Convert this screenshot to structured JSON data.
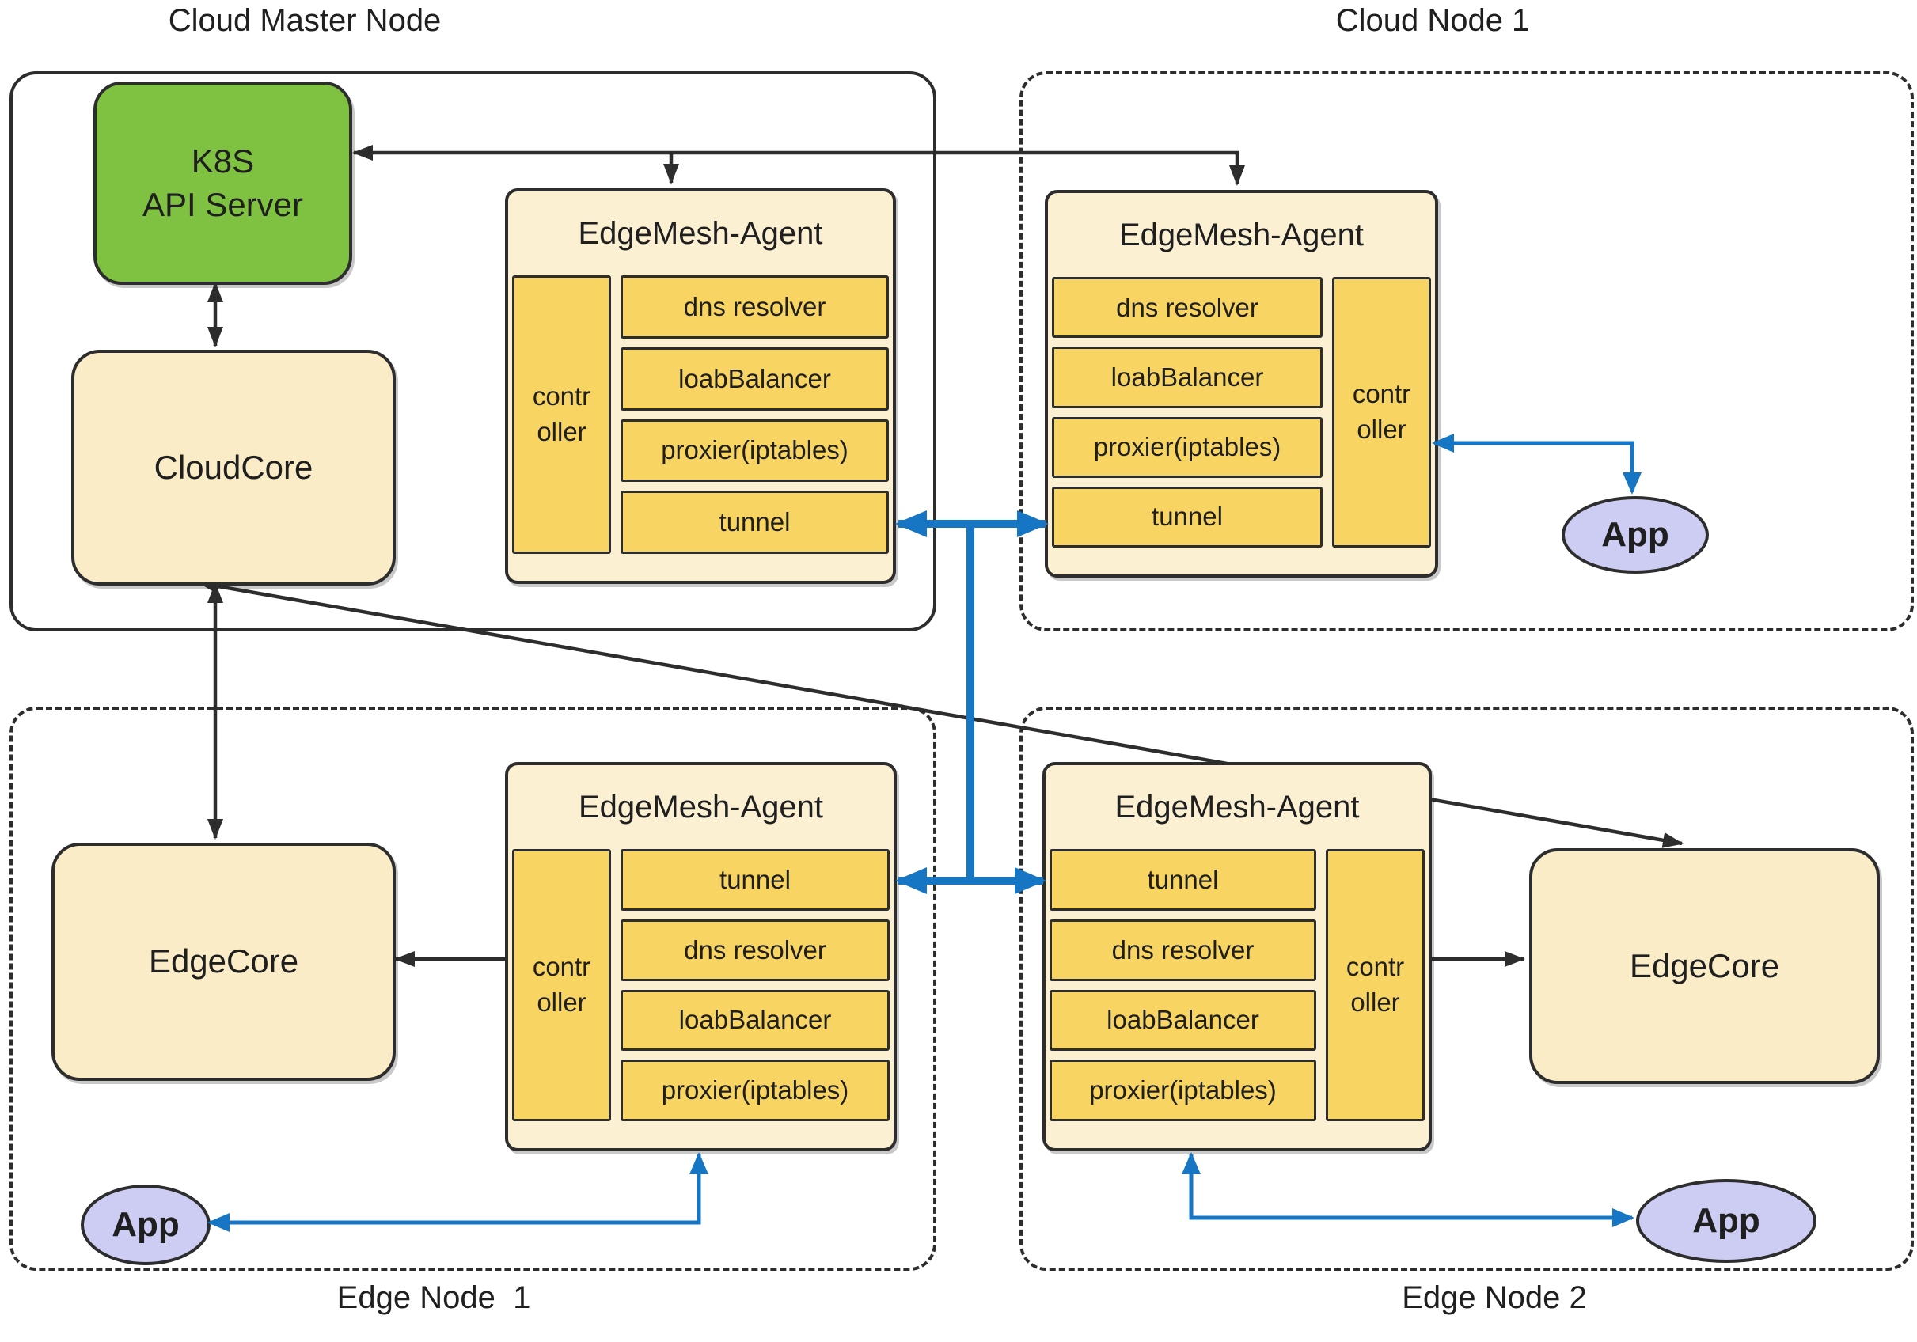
{
  "colors": {
    "node_green": "#7fc241",
    "box_cream": "#f9ecc6",
    "agent_cream": "#fcf0d2",
    "module_yellow": "#f8d462",
    "app_lavender": "#cdccf3",
    "arrow_blue": "#1776c4",
    "line_black": "#2d2d2d"
  },
  "containers": {
    "cloud_master": {
      "label": "Cloud Master Node",
      "border": "solid"
    },
    "cloud_node_1": {
      "label": "Cloud Node 1",
      "border": "dashed"
    },
    "edge_node_1": {
      "label": "Edge Node  1",
      "border": "dashed"
    },
    "edge_node_2": {
      "label": "Edge Node 2",
      "border": "dashed"
    }
  },
  "nodes": {
    "k8s": {
      "label": "K8S\nAPI Server"
    },
    "cloudcore": {
      "label": "CloudCore"
    },
    "edgecore_1": {
      "label": "EdgeCore"
    },
    "edgecore_2": {
      "label": "EdgeCore"
    },
    "app_cloud_1": {
      "label": "App"
    },
    "app_edge_1": {
      "label": "App"
    },
    "app_edge_2": {
      "label": "App"
    }
  },
  "agents": {
    "master": {
      "title": "EdgeMesh-Agent",
      "controller": "contr\noller",
      "controller_side": "left",
      "rows": [
        "dns resolver",
        "loabBalancer",
        "proxier(iptables)",
        "tunnel"
      ]
    },
    "cloud1": {
      "title": "EdgeMesh-Agent",
      "controller": "contr\noller",
      "controller_side": "right",
      "rows": [
        "dns resolver",
        "loabBalancer",
        "proxier(iptables)",
        "tunnel"
      ]
    },
    "edge1": {
      "title": "EdgeMesh-Agent",
      "controller": "contr\noller",
      "controller_side": "left",
      "rows": [
        "tunnel",
        "dns resolver",
        "loabBalancer",
        "proxier(iptables)"
      ]
    },
    "edge2": {
      "title": "EdgeMesh-Agent",
      "controller": "contr\noller",
      "controller_side": "right",
      "rows": [
        "tunnel",
        "dns resolver",
        "loabBalancer",
        "proxier(iptables)"
      ]
    }
  },
  "connections": [
    "K8S API Server <-> CloudCore",
    "K8S API Server <- EdgeMesh-Agent (master) / EdgeMesh-Agent (cloud node 1)",
    "CloudCore <-> EdgeCore (edge node 1)",
    "CloudCore <-> EdgeCore (edge node 2) diagonal",
    "tunnel (master) <-> tunnel (cloud node 1) <-> tunnel (edge node 1) <-> tunnel (edge node 2)",
    "controller (cloud node 1) <-> App",
    "EdgeMesh-Agent (edge node 1) -> App",
    "EdgeMesh-Agent (edge node 2) -> App",
    "controller -> EdgeCore (both edge nodes)"
  ]
}
